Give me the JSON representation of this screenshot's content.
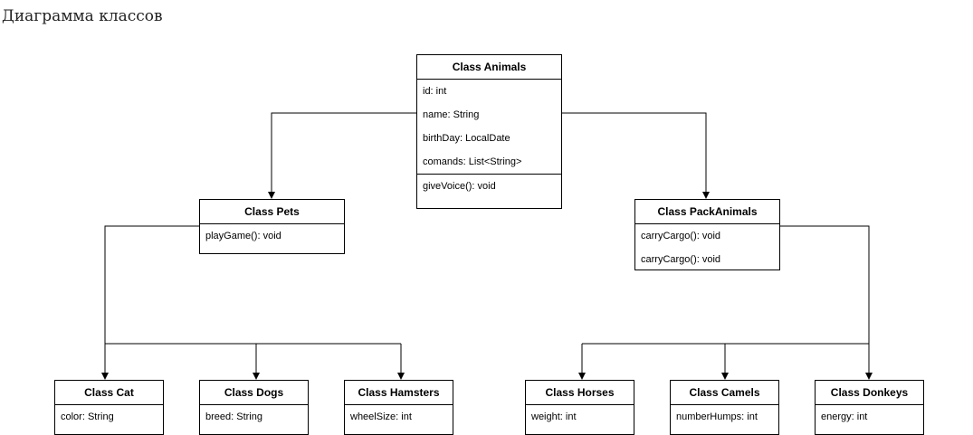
{
  "title": "Диаграмма классов",
  "classes": {
    "animals": {
      "name": "Class Animals",
      "fields": [
        "id: int",
        "name: String",
        "birthDay: LocalDate",
        "comands: List<String>"
      ],
      "methods": [
        "giveVoice(): void"
      ]
    },
    "pets": {
      "name": "Class Pets",
      "methods": [
        "playGame(): void"
      ]
    },
    "pack": {
      "name": "Class PackAnimals",
      "methods": [
        "carryCargo(): void",
        "carryCargo(): void"
      ]
    },
    "cat": {
      "name": "Class Cat",
      "fields": [
        "color: String"
      ]
    },
    "dogs": {
      "name": "Class Dogs",
      "fields": [
        "breed: String"
      ]
    },
    "hamsters": {
      "name": "Class Hamsters",
      "fields": [
        "wheelSize: int"
      ]
    },
    "horses": {
      "name": "Class Horses",
      "fields": [
        "weight: int"
      ]
    },
    "camels": {
      "name": "Class Camels",
      "fields": [
        "numberHumps: int"
      ]
    },
    "donkeys": {
      "name": "Class Donkeys",
      "fields": [
        "energy: int"
      ]
    }
  }
}
